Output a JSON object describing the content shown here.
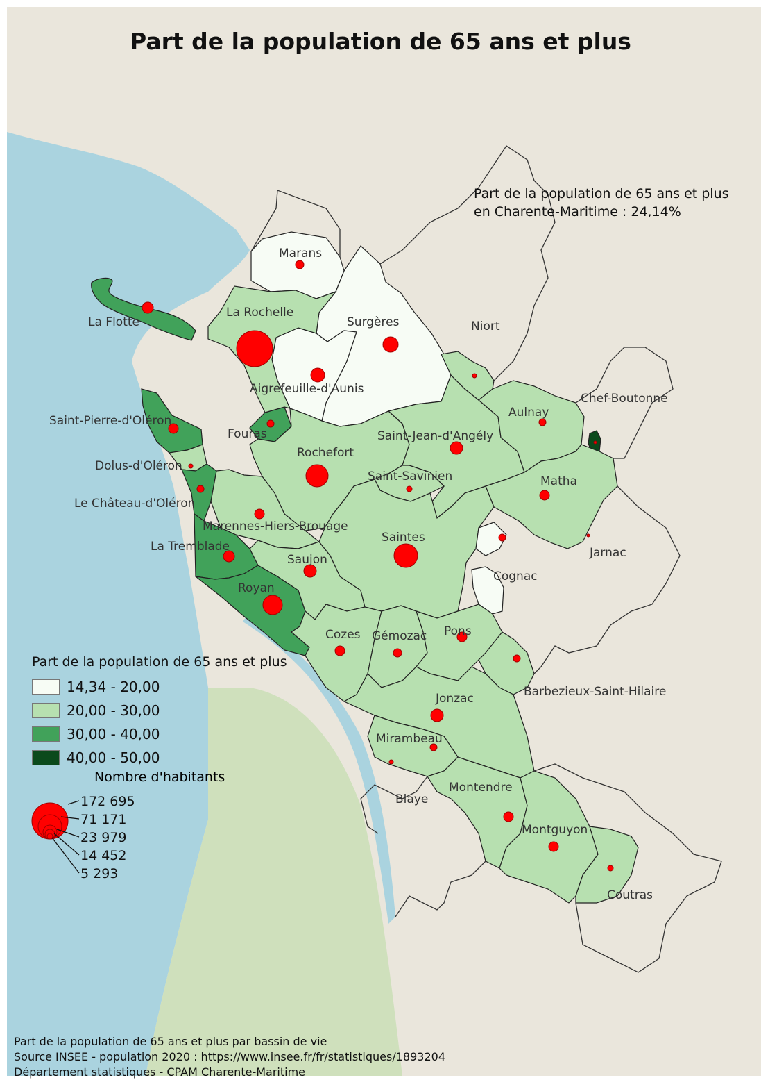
{
  "title": "Part de la population de 65 ans et plus",
  "department_stat": {
    "line1": "Part de la population de 65 ans et plus",
    "line2": "en Charente-Maritime : 24,14%"
  },
  "legend": {
    "title": "Part de la population de 65 ans et plus",
    "classes": [
      {
        "label": "14,34 - 20,00",
        "color": "#f7fcf5"
      },
      {
        "label": "20,00 - 30,00",
        "color": "#b7e0b0"
      },
      {
        "label": "30,00 - 40,00",
        "color": "#41a25a"
      },
      {
        "label": "40,00 - 50,00",
        "color": "#0b4a1c"
      }
    ]
  },
  "size_legend": {
    "title": "Nombre d'habitants",
    "values": [
      "172 695",
      "71 171",
      "23 979",
      "14 452",
      "5 293"
    ],
    "color": "#ff0000"
  },
  "places": [
    "Marans",
    "La Rochelle",
    "La Flotte",
    "Surgères",
    "Niort",
    "Aigrefeuille-d'Aunis",
    "Chef-Boutonne",
    "Aulnay",
    "Saint-Pierre-d'Oléron",
    "Fouras",
    "Saint-Jean-d'Angély",
    "Rochefort",
    "Dolus-d'Oléron",
    "Saint-Savinien",
    "Matha",
    "Le Château-d'Oléron",
    "Marennes-Hiers-Brouage",
    "Saintes",
    "La Tremblade",
    "Jarnac",
    "Saujon",
    "Cognac",
    "Royan",
    "Cozes",
    "Gémozac",
    "Pons",
    "Barbezieux-Saint-Hilaire",
    "Jonzac",
    "Mirambeau",
    "Montendre",
    "Blaye",
    "Montguyon",
    "Coutras"
  ],
  "footer": {
    "line1": "Part de la population de 65 ans et plus par bassin de vie",
    "line2": "Source INSEE - population 2020 : https://www.insee.fr/fr/statistiques/1893204",
    "line3": "Département statistiques - CPAM Charente-Maritime"
  },
  "colors": {
    "sea": "#aad3df",
    "land": "#eae6dc",
    "bubble": "#ff0000",
    "border": "#222222"
  }
}
